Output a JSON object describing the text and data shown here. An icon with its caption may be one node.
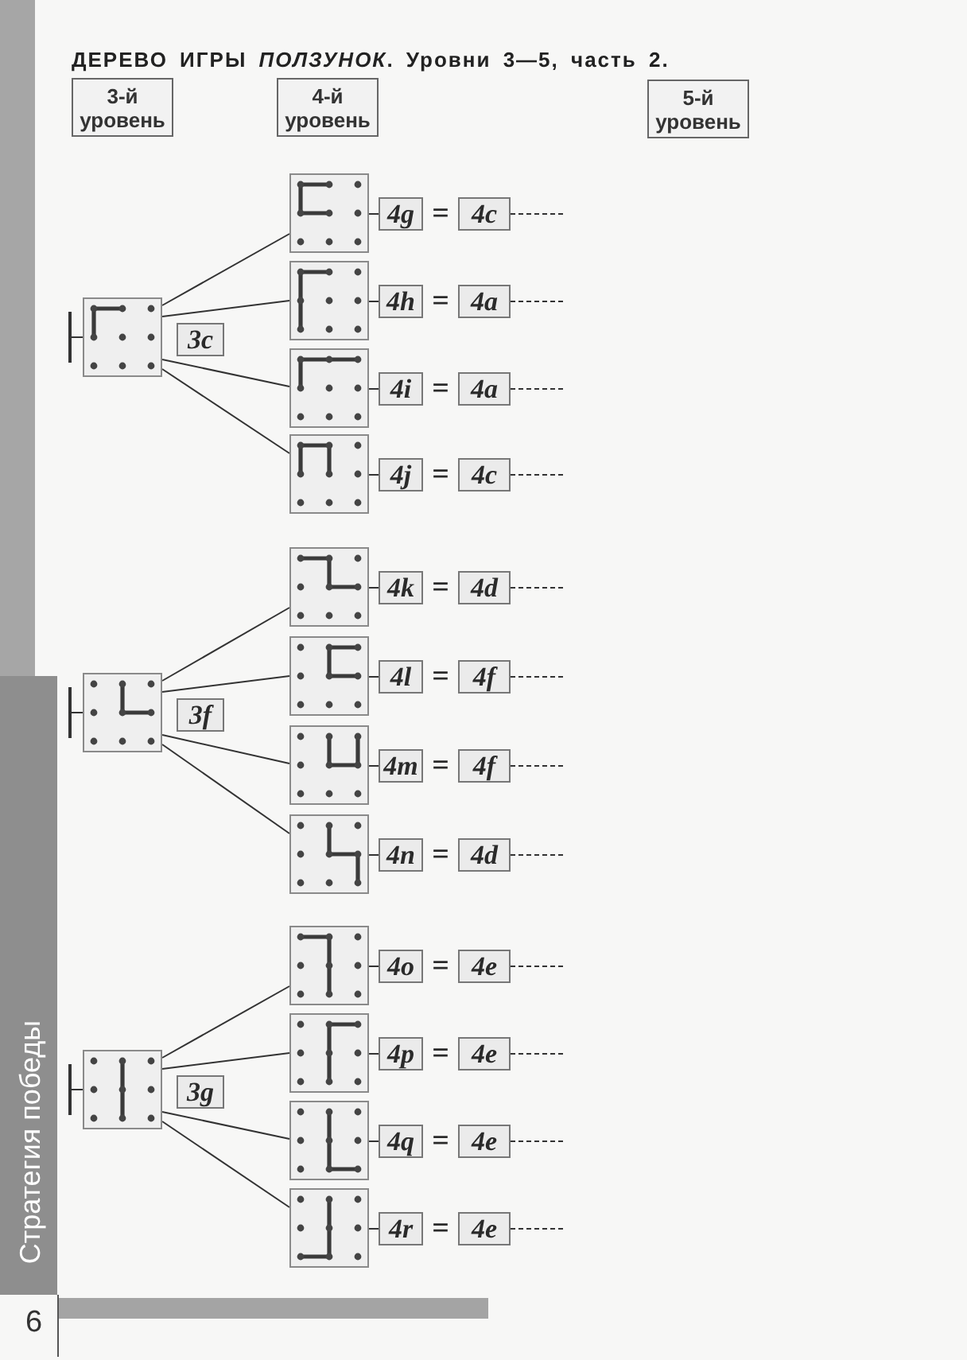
{
  "diagram": {
    "title": "ДЕРЕВО ИГРЫ *ПОЛЗУНОК*. Уровни 3—5, часть 2.",
    "nodes": [
      {
        "text": [
          "3-й уровень"
        ]
      },
      {
        "text": [
          "4-й уровень"
        ]
      },
      {
        "text": [
          "5-й уровень"
        ]
      },
      {
        "text": [],
        "shape": "picture"
      },
      {
        "text": [
          "3c"
        ]
      },
      {
        "text": [],
        "shape": "picture"
      },
      {
        "text": [
          "4g"
        ]
      },
      {
        "text": [
          "4c"
        ]
      },
      {
        "text": [],
        "shape": "picture"
      },
      {
        "text": [
          "4h"
        ]
      },
      {
        "text": [
          "4a"
        ]
      },
      {
        "text": [],
        "shape": "picture"
      },
      {
        "text": [
          "4i"
        ]
      },
      {
        "text": [
          "4a"
        ]
      },
      {
        "text": [],
        "shape": "picture"
      },
      {
        "text": [
          "4j"
        ]
      },
      {
        "text": [
          "4c"
        ]
      },
      {
        "text": [],
        "shape": "picture"
      },
      {
        "text": [
          "3f"
        ]
      },
      {
        "text": [],
        "shape": "picture"
      },
      {
        "text": [
          "4k"
        ]
      },
      {
        "text": [
          "4d"
        ]
      },
      {
        "text": [],
        "shape": "picture"
      },
      {
        "text": [
          "4l"
        ]
      },
      {
        "text": [
          "4f"
        ]
      },
      {
        "text": [],
        "shape": "picture"
      },
      {
        "text": [
          "4m"
        ]
      },
      {
        "text": [
          "4f"
        ]
      },
      {
        "text": [],
        "shape": "picture"
      },
      {
        "text": [
          "4n"
        ]
      },
      {
        "text": [
          "4d"
        ]
      },
      {
        "text": [],
        "shape": "picture"
      },
      {
        "text": [
          "3g"
        ]
      },
      {
        "text": [],
        "shape": "picture"
      },
      {
        "text": [
          "4o"
        ]
      },
      {
        "text": [
          "4e"
        ]
      },
      {
        "text": [],
        "shape": "picture"
      },
      {
        "text": [
          "4p"
        ]
      },
      {
        "text": [
          "4e"
        ]
      },
      {
        "text": [],
        "shape": "picture"
      },
      {
        "text": [
          "4q"
        ]
      },
      {
        "text": [
          "4e"
        ]
      },
      {
        "text": [],
        "shape": "picture"
      },
      {
        "text": [
          "4r"
        ]
      },
      {
        "text": [
          "4e"
        ]
      }
    ],
    "edges": [
      {
        "from": 3,
        "to": null,
        "arrow": "other"
      },
      {
        "from": 3,
        "to": 5,
        "arrow": "none"
      },
      {
        "from": 3,
        "to": 8,
        "arrow": "none"
      },
      {
        "from": 3,
        "to": 11,
        "arrow": "none"
      },
      {
        "from": 3,
        "to": 14,
        "arrow": "none"
      },
      {
        "from": 5,
        "to": 6,
        "arrow": "none"
      },
      {
        "from": 7,
        "to": null,
        "arrow": "none",
        "style": "dashed"
      },
      {
        "from": 8,
        "to": 9,
        "arrow": "none"
      },
      {
        "from": 10,
        "to": null,
        "arrow": "none",
        "style": "dashed"
      },
      {
        "from": 11,
        "to": 12,
        "arrow": "none"
      },
      {
        "from": 13,
        "to": null,
        "arrow": "none",
        "style": "dashed"
      },
      {
        "from": 14,
        "to": 15,
        "arrow": "none"
      },
      {
        "from": 16,
        "to": null,
        "arrow": "none",
        "style": "dashed"
      },
      {
        "from": 17,
        "to": null,
        "arrow": "other"
      },
      {
        "from": 17,
        "to": 19,
        "arrow": "none"
      },
      {
        "from": 17,
        "to": 22,
        "arrow": "none"
      },
      {
        "from": 17,
        "to": 25,
        "arrow": "none"
      },
      {
        "from": 17,
        "to": 28,
        "arrow": "none"
      },
      {
        "from": 19,
        "to": 20,
        "arrow": "none"
      },
      {
        "from": 21,
        "to": null,
        "arrow": "none",
        "style": "dashed"
      },
      {
        "from": 22,
        "to": 23,
        "arrow": "none"
      },
      {
        "from": 24,
        "to": null,
        "arrow": "none",
        "style": "dashed"
      },
      {
        "from": 25,
        "to": 26,
        "arrow": "none"
      },
      {
        "from": 27,
        "to": null,
        "arrow": "none",
        "style": "dashed"
      },
      {
        "from": 28,
        "to": 29,
        "arrow": "none"
      },
      {
        "from": 30,
        "to": null,
        "arrow": "none",
        "style": "dashed"
      },
      {
        "from": 31,
        "to": null,
        "arrow": "other"
      },
      {
        "from": 31,
        "to": 33,
        "arrow": "none"
      },
      {
        "from": 31,
        "to": 36,
        "arrow": "none"
      },
      {
        "from": 31,
        "to": 39,
        "arrow": "none"
      },
      {
        "from": 31,
        "to": 42,
        "arrow": "none"
      },
      {
        "from": 33,
        "to": 34,
        "arrow": "none"
      },
      {
        "from": 35,
        "to": null,
        "arrow": "none",
        "style": "dashed"
      },
      {
        "from": 36,
        "to": 37,
        "arrow": "none"
      },
      {
        "from": 38,
        "to": null,
        "arrow": "none",
        "style": "dashed"
      },
      {
        "from": 39,
        "to": 40,
        "arrow": "none"
      },
      {
        "from": 41,
        "to": null,
        "arrow": "none",
        "style": "dashed"
      },
      {
        "from": 42,
        "to": 43,
        "arrow": "none"
      },
      {
        "from": 44,
        "to": null,
        "arrow": "none",
        "style": "dashed"
      }
    ],
    "labels": [
      "=",
      "=",
      "=",
      "=",
      "=",
      "=",
      "=",
      "=",
      "=",
      "=",
      "=",
      "=",
      "Стратегия победы",
      "6"
    ]
  }
}
